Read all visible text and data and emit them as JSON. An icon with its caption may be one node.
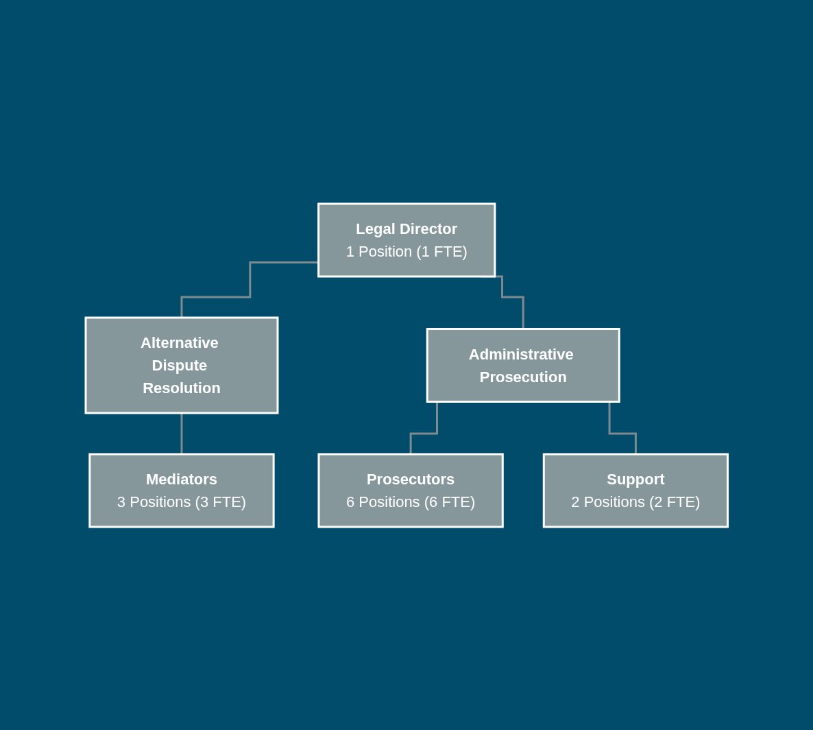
{
  "diagram": {
    "nodes": [
      {
        "text": [
          "Legal Director",
          "1 Position (1 FTE)"
        ]
      },
      {
        "text": [
          "Alternative Dispute Resolution"
        ]
      },
      {
        "text": [
          "Administrative Prosecution"
        ]
      },
      {
        "text": [
          "Mediators",
          "3 Positions (3 FTE)"
        ]
      },
      {
        "text": [
          "Prosecutors",
          "6 Positions (6 FTE)"
        ]
      },
      {
        "text": [
          "Support",
          "2 Positions (2 FTE)"
        ]
      }
    ],
    "edges": [
      {
        "from": 0,
        "to": 1,
        "arrow": "none"
      },
      {
        "from": 0,
        "to": 2,
        "arrow": "none"
      },
      {
        "from": 1,
        "to": 3,
        "arrow": "none"
      },
      {
        "from": 2,
        "to": 4,
        "arrow": "none"
      },
      {
        "from": 2,
        "to": 5,
        "arrow": "none"
      }
    ]
  }
}
